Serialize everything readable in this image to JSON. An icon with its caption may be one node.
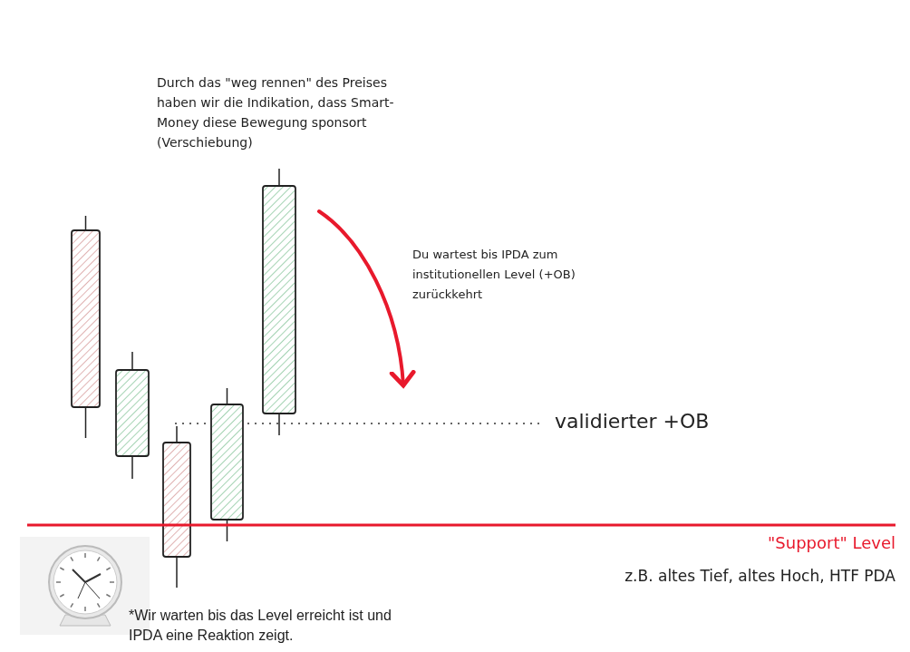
{
  "diagram": {
    "labels": [
      "Durch das \"weg rennen\" des Preises haben wir die Indikation, dass Smart-Money diese Bewegung sponsort (Verschiebung)",
      "Du wartest bis IPDA zum institutionellen Level (+OB) zurückkehrt",
      "validierter +OB",
      "\"Support\" Level",
      "z.B. altes Tief, altes Hoch, HTF PDA",
      "*Wir warten bis das Level erreicht ist und IPDA eine Reaktion zeigt."
    ]
  }
}
